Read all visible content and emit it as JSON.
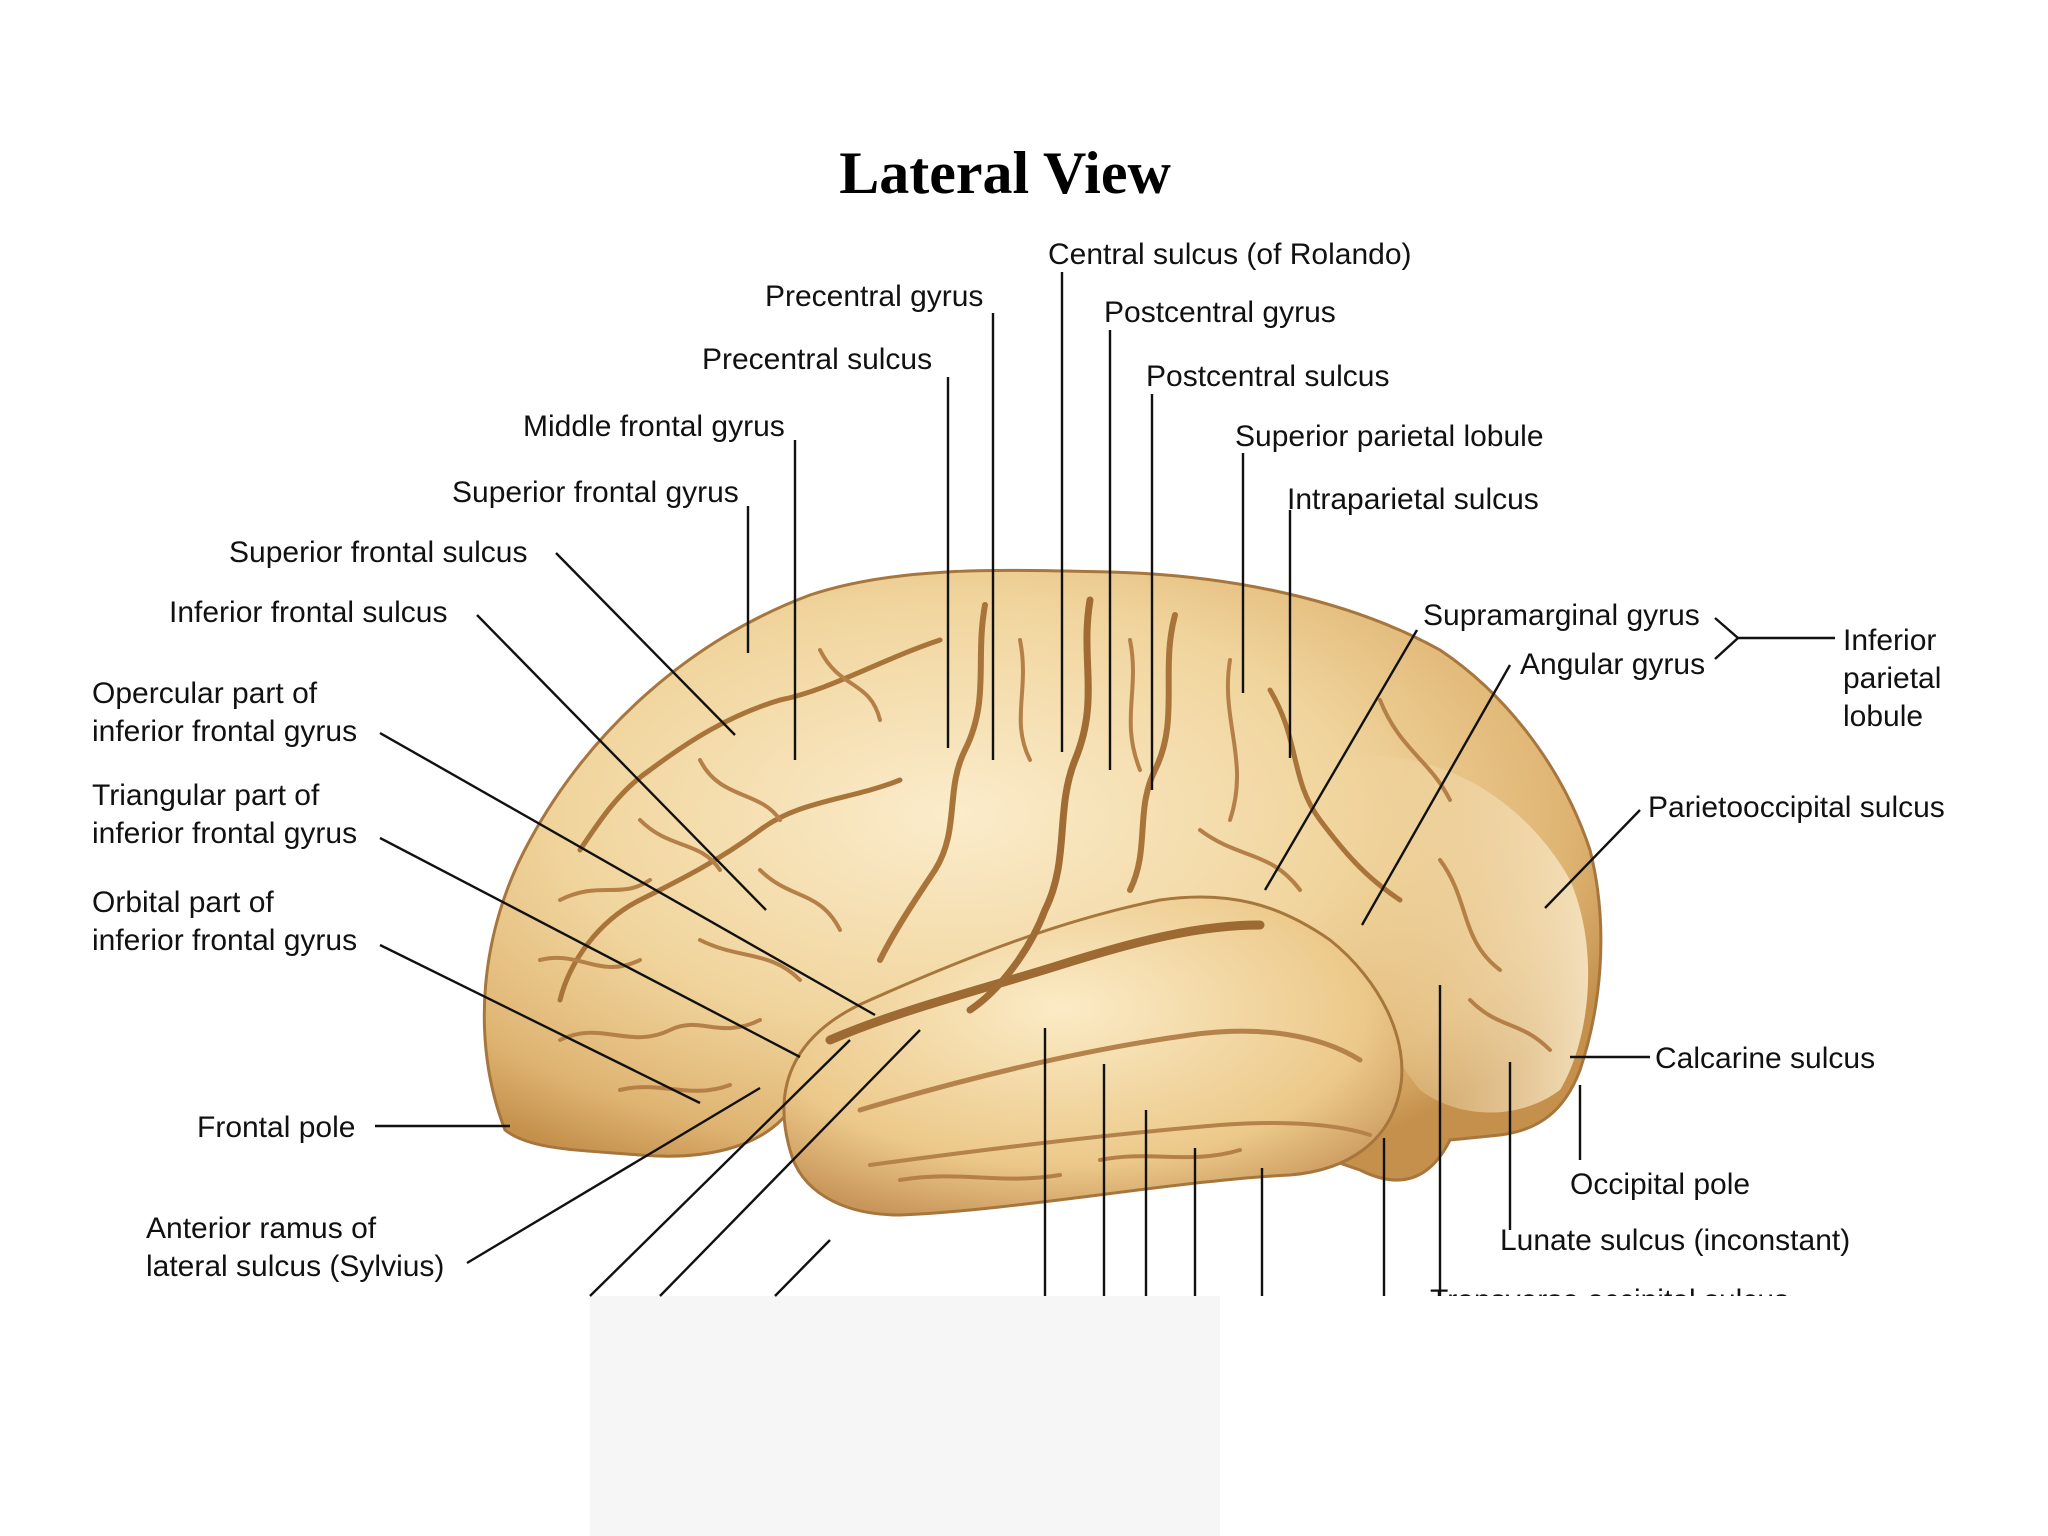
{
  "title": "Lateral View",
  "labels": {
    "central_sulcus": "Central sulcus (of Rolando)",
    "precentral_gyrus": "Precentral gyrus",
    "postcentral_gyrus": "Postcentral gyrus",
    "precentral_sulcus": "Precentral sulcus",
    "postcentral_sulcus": "Postcentral sulcus",
    "middle_frontal_gyrus": "Middle frontal gyrus",
    "superior_parietal_lobule": "Superior parietal lobule",
    "superior_frontal_gyrus": "Superior frontal gyrus",
    "intraparietal_sulcus": "Intraparietal sulcus",
    "superior_frontal_sulcus": "Superior frontal sulcus",
    "inferior_frontal_sulcus": "Inferior frontal sulcus",
    "supramarginal_gyrus": "Supramarginal gyrus",
    "angular_gyrus": "Angular gyrus",
    "inferior_parietal_lobule_1": "Inferior",
    "inferior_parietal_lobule_2": "parietal",
    "inferior_parietal_lobule_3": "lobule",
    "opercular_1": "Opercular part of",
    "opercular_2": "inferior frontal gyrus",
    "triangular_1": "Triangular part of",
    "triangular_2": "inferior frontal gyrus",
    "orbital_1": "Orbital part of",
    "orbital_2": "inferior frontal gyrus",
    "parietooccipital_sulcus": "Parietooccipital sulcus",
    "calcarine_sulcus": "Calcarine sulcus",
    "frontal_pole": "Frontal pole",
    "occipital_pole": "Occipital pole",
    "anterior_ramus_1": "Anterior ramus of",
    "anterior_ramus_2": "lateral sulcus (Sylvius)",
    "lunate_sulcus": "Lunate sulcus (inconstant)",
    "cut_off_label": "Transverse occipital sulcus"
  },
  "colors": {
    "brain_light": "#f6e2b4",
    "brain_mid": "#e9c98a",
    "brain_dark": "#b98a4a",
    "sulcus": "#a8743a",
    "line": "#111111"
  }
}
